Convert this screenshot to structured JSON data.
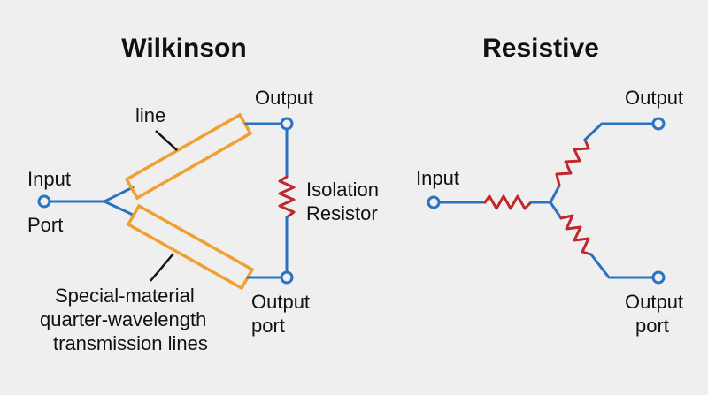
{
  "wilkinson": {
    "title": "Wilkinson",
    "label_line": "line",
    "label_input": "Input",
    "label_port": "Port",
    "label_output_top": "Output",
    "label_output_bottom_1": "Output",
    "label_output_bottom_2": "port",
    "label_isolation_1": "Isolation",
    "label_isolation_2": "Resistor",
    "label_tl_1": "Special-material",
    "label_tl_2": "quarter-wavelength",
    "label_tl_3": "transmission lines"
  },
  "resistive": {
    "title": "Resistive",
    "label_input": "Input",
    "label_output_top": "Output",
    "label_output_bottom_1": "Output",
    "label_output_bottom_2": "port"
  },
  "colors": {
    "wire": "#2b73c0",
    "transmission_line": "#f0a030",
    "resistor": "#c0282c",
    "background": "#efefef"
  }
}
